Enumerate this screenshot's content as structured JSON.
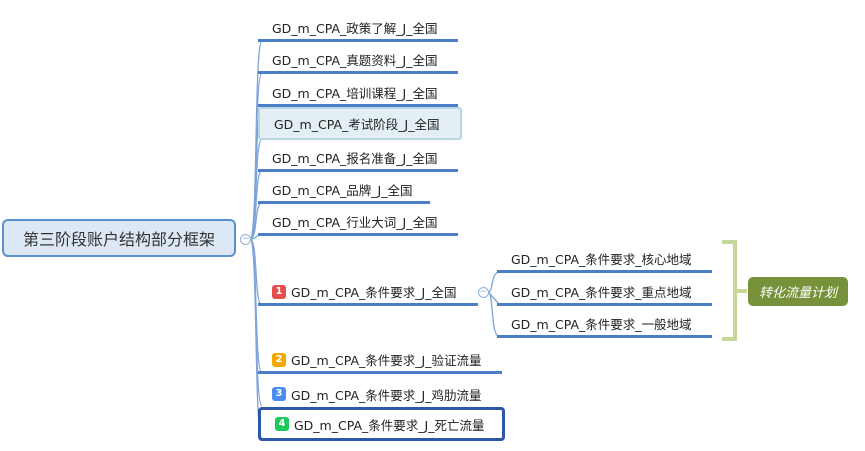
{
  "root": {
    "label": "第三阶段账户结构部分框架"
  },
  "nodes": [
    {
      "label": "GD_m_CPA_政策了解_J_全国"
    },
    {
      "label": "GD_m_CPA_真题资料_J_全国"
    },
    {
      "label": "GD_m_CPA_培训课程_J_全国"
    },
    {
      "label": "GD_m_CPA_考试阶段_J_全国"
    },
    {
      "label": "GD_m_CPA_报名准备_J_全国"
    },
    {
      "label": "GD_m_CPA_品牌_J_全国"
    },
    {
      "label": "GD_m_CPA_行业大词_J_全国"
    },
    {
      "label": "GD_m_CPA_条件要求_J_全国",
      "badge": "1"
    },
    {
      "label": "GD_m_CPA_条件要求_J_验证流量",
      "badge": "2"
    },
    {
      "label": "GD_m_CPA_条件要求_J_鸡肋流量",
      "badge": "3"
    },
    {
      "label": "GD_m_CPA_条件要求_J_死亡流量",
      "badge": "4"
    }
  ],
  "subnodes": [
    {
      "label": "GD_m_CPA_条件要求_核心地域"
    },
    {
      "label": "GD_m_CPA_条件要求_重点地域"
    },
    {
      "label": "GD_m_CPA_条件要求_一般地域"
    }
  ],
  "summary": {
    "label": "转化流量计划"
  },
  "colors": {
    "badge1": "#e84c4c",
    "badge2": "#f5a800",
    "badge3": "#4a8cf0",
    "badge4": "#1ec85a",
    "line": "#4a7fc8",
    "bracket": "#c5d89a",
    "summary": "#77923a"
  }
}
